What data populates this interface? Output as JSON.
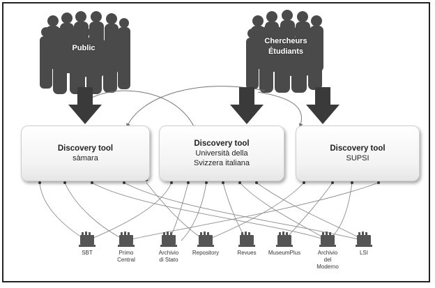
{
  "audiences": [
    {
      "lines": [
        "Public"
      ]
    },
    {
      "lines": [
        "Chercheurs",
        "Étudiants"
      ]
    }
  ],
  "tools": [
    {
      "title": "Discovery tool",
      "lines": [
        "sàmara"
      ]
    },
    {
      "title": "Discovery tool",
      "lines": [
        "Università della",
        "Svizzera italiana"
      ]
    },
    {
      "title": "Discovery tool",
      "lines": [
        "SUPSI"
      ]
    }
  ],
  "sources": [
    {
      "lines": [
        "SBT"
      ]
    },
    {
      "lines": [
        "Primo",
        "Central"
      ]
    },
    {
      "lines": [
        "Archivio",
        "di Stato"
      ]
    },
    {
      "lines": [
        "Repository"
      ]
    },
    {
      "lines": [
        "Revues"
      ]
    },
    {
      "lines": [
        "MuseumPlus"
      ]
    },
    {
      "lines": [
        "Archivio",
        "del",
        "Moderno"
      ]
    },
    {
      "lines": [
        "LSI"
      ]
    }
  ],
  "colors": {
    "crowd": "#4a4a4a",
    "arrow": "#3a3a3a",
    "connector": "#8a8a8a"
  },
  "icons": {
    "audience": "people-group-icon",
    "source": "database-icon"
  }
}
